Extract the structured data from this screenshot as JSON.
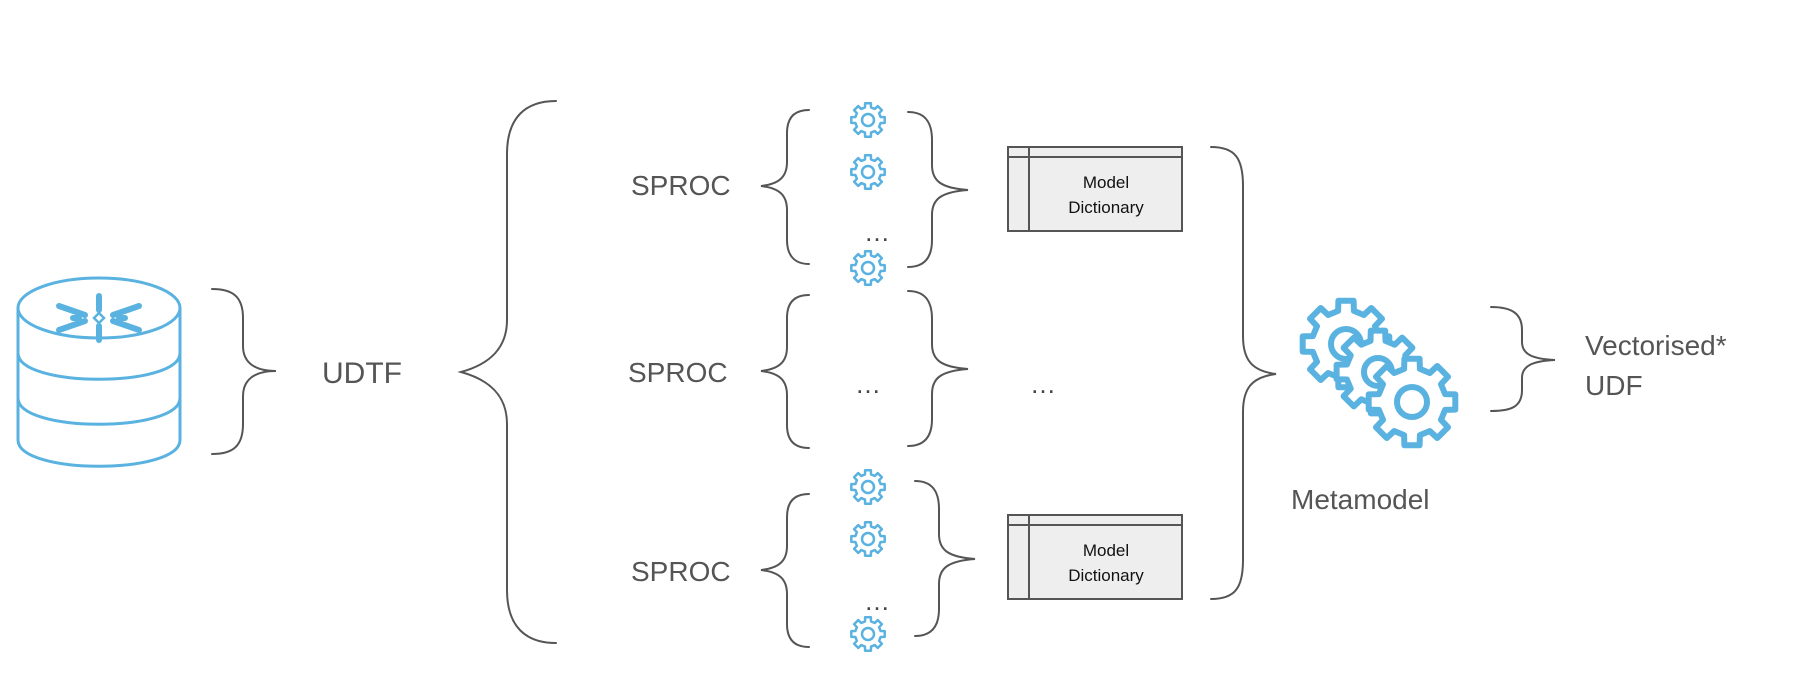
{
  "colors": {
    "accent": "#5ab2e0",
    "text": "#555555",
    "box_fill": "#eeeeee",
    "box_stroke": "#555555"
  },
  "icons": {
    "database": "snowflake-database-icon",
    "small_gear": "gear-icon",
    "metamodel": "gears-icon"
  },
  "labels": {
    "udtf": "UDTF",
    "sproc_top": "SPROC",
    "sproc_middle": "SPROC",
    "sproc_bottom": "SPROC",
    "ellipsis": "…",
    "model_dictionary_line1": "Model",
    "model_dictionary_line2": "Dictionary",
    "metamodel": "Metamodel",
    "vectorised_line1": "Vectorised*",
    "vectorised_line2": "UDF"
  }
}
